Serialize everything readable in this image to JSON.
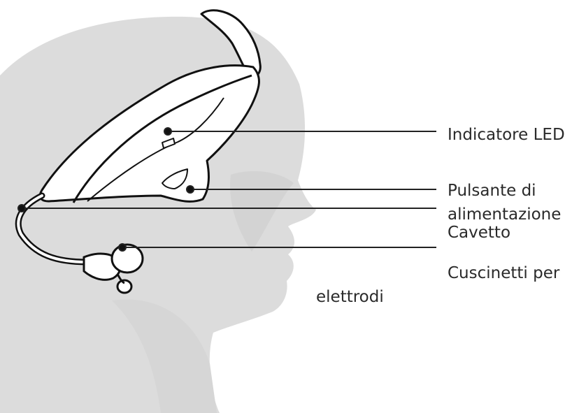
{
  "labels": {
    "led": "Indicatore LED",
    "power_line1": "Pulsante di",
    "power_line2": "alimentazione",
    "cable": "Cavetto",
    "pads_line1": "Cuscinetti per",
    "pads_line2": "elettrodi"
  },
  "colors": {
    "head_fill": "#dcdcdc",
    "head_shadow": "#cfcfcf",
    "device_stroke": "#111111",
    "leader_line": "#222222",
    "text": "#2a2a2a"
  }
}
